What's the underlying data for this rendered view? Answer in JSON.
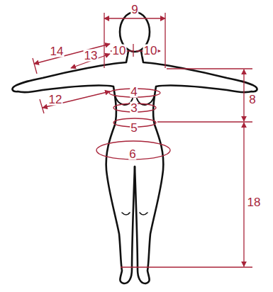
{
  "diagram": {
    "labels": [
      "9",
      "14",
      "13",
      "10",
      "10",
      "12",
      "4",
      "3",
      "5",
      "6",
      "8",
      "18"
    ]
  }
}
